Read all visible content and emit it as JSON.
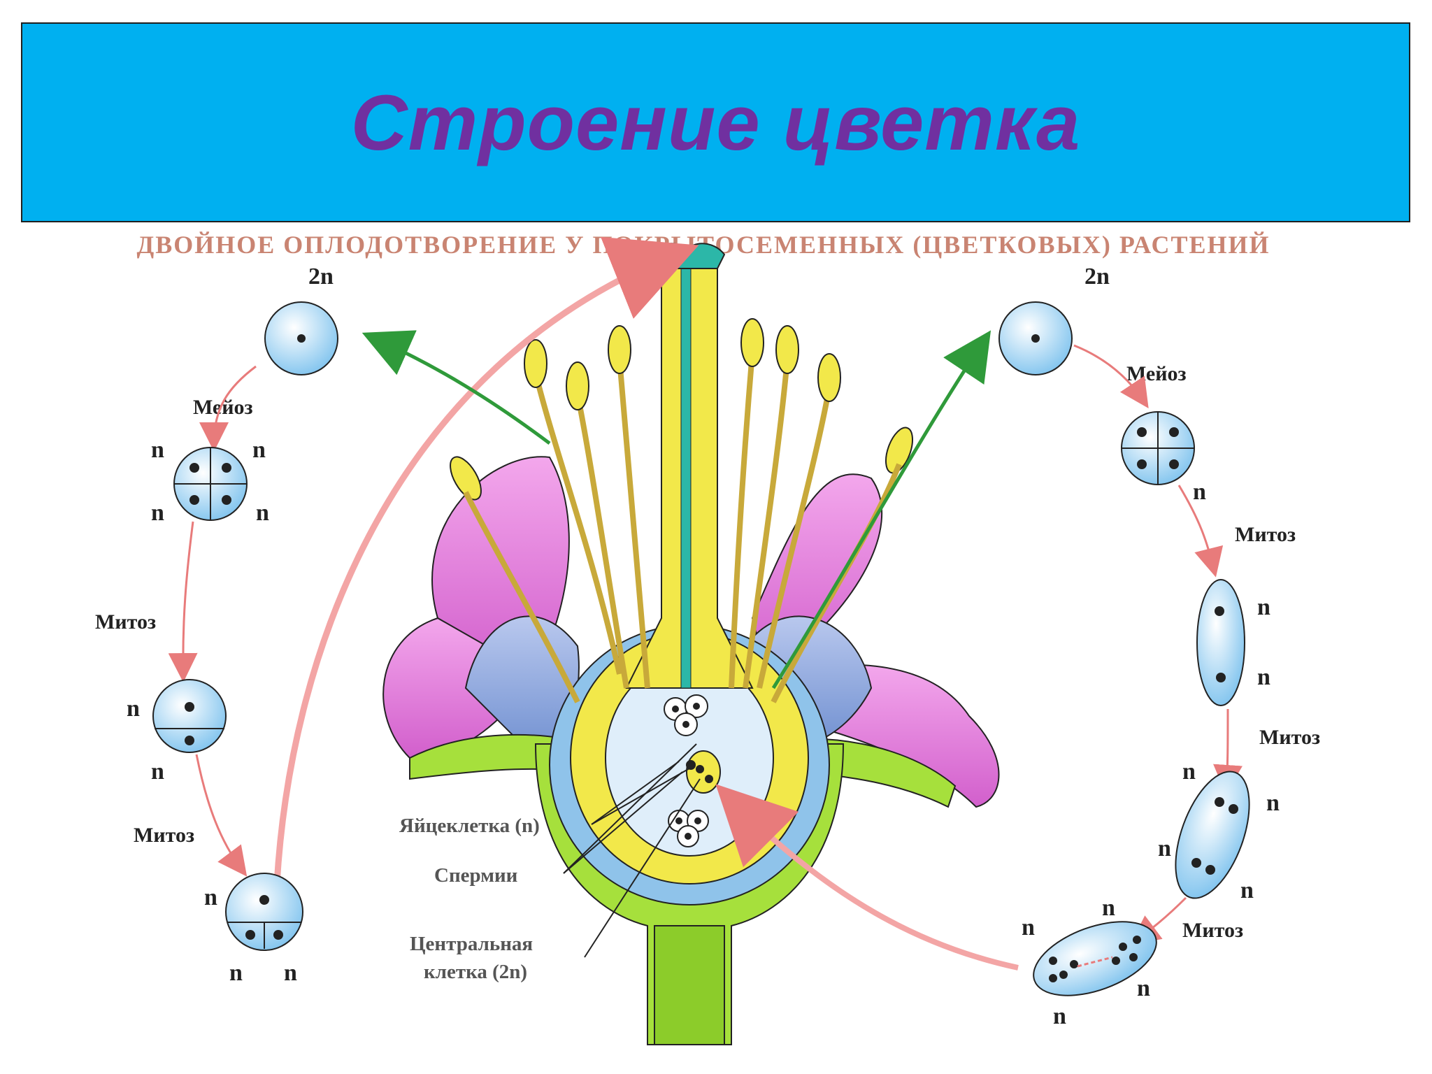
{
  "slide": {
    "title": "Строение цветка"
  },
  "diagram": {
    "subtitle": "ДВОЙНОЕ ОПЛОДОТВОРЕНИЕ У ПОКРЫТОСЕМЕННЫХ (ЦВЕТКОВЫХ) РАСТЕНИЙ",
    "ploidy_2n": "2n",
    "ploidy_n": "n",
    "meiosis": "Мейоз",
    "mitosis": "Митоз",
    "egg_cell": "Яйцеклетка (n)",
    "sperm": "Спермии",
    "central_cell_line1": "Центральная",
    "central_cell_line2": "клетка (2n)"
  },
  "colors": {
    "banner": "#00b0f0",
    "title": "#7030a0",
    "petal": "#e07ad6",
    "sepal": "#8fa8d8",
    "receptacle": "#a6e03c",
    "style": "#f2e84a",
    "cell": "#bfe0f5",
    "arrow_red": "#e87b7b",
    "arrow_green": "#2f9a3a"
  }
}
